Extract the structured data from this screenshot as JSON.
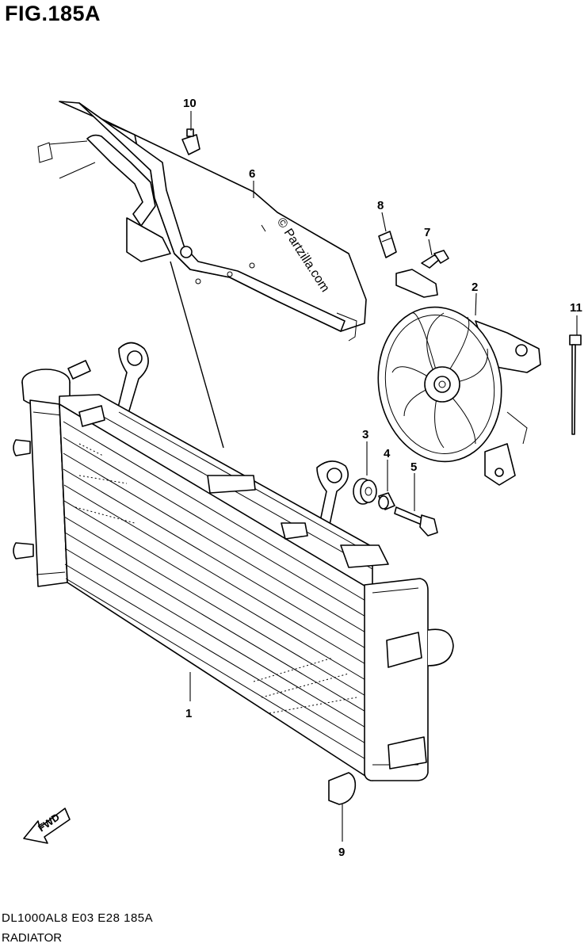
{
  "figure": {
    "title": "FIG.185A",
    "watermark": "© Partzilla.com",
    "direction_label": "FWD",
    "footer_code": "DL1000AL8  E03  E28  185A",
    "footer_name": "RADIATOR"
  },
  "callouts": [
    "10",
    "6",
    "8",
    "7",
    "2",
    "11",
    "3",
    "4",
    "5",
    "1",
    "9"
  ]
}
